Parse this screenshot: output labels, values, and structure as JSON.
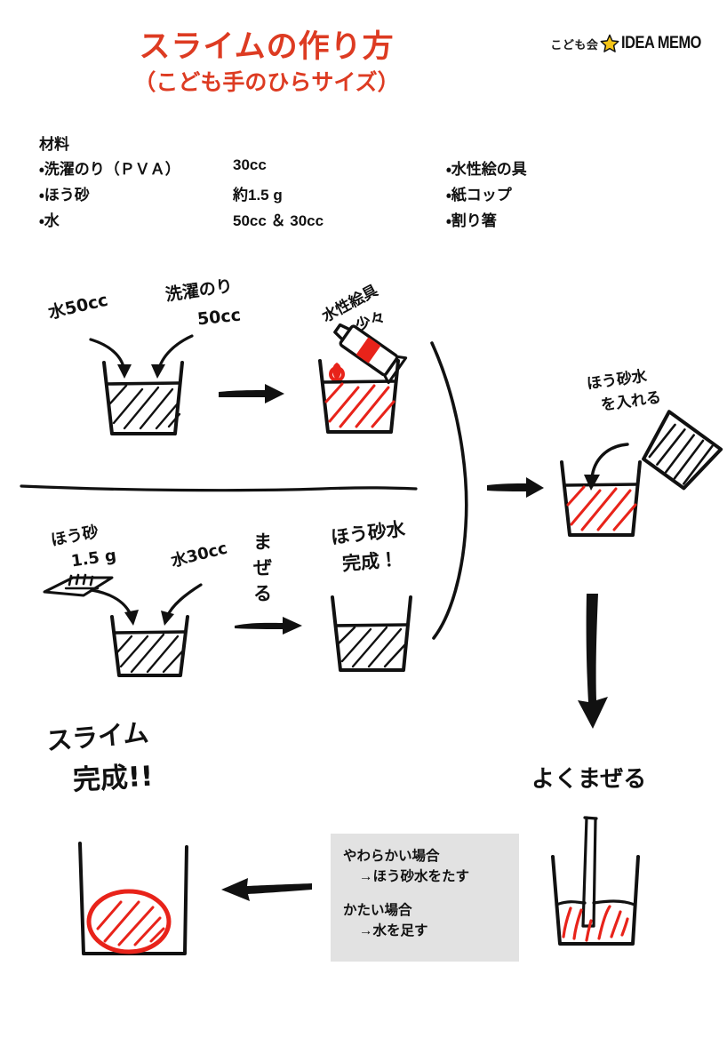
{
  "header": {
    "title_main": "スライムの作り方",
    "title_sub": "（こども手のひらサイズ）",
    "title_color": "#dd3b22",
    "logo_prefix": "こども会",
    "logo_star": "star-icon",
    "logo_text": "IDEA MEMO",
    "logo_star_color": "#f5c518"
  },
  "ingredients": {
    "heading": "材料",
    "rows": [
      {
        "name": "・洗濯のり（ＰＶＡ）",
        "amount": "30cc",
        "extra": "・水性絵の具"
      },
      {
        "name": "・ほう砂",
        "amount": "約1.5 g",
        "extra": "・紙コップ"
      },
      {
        "name": "・水",
        "amount": "50cc  ＆  30cc",
        "extra": "・割り箸"
      }
    ]
  },
  "steps": {
    "step1_water": "水50cc",
    "step1_glue_l1": "洗濯のり",
    "step1_glue_l2": "50cc",
    "step2_paint_l1": "水性絵具",
    "step2_paint_l2": "少々",
    "step3_borax_l1": "ほう砂",
    "step3_borax_l2": "1.5 g",
    "step3_water": "水30cc",
    "step3_mix_l1": "ま",
    "step3_mix_l2": "ぜ",
    "step3_mix_l3": "る",
    "step4_done_l1": "ほう砂水",
    "step4_done_l2": "完成！",
    "step5_add_l1": "ほう砂水",
    "step5_add_l2": "を入れる",
    "step6_mix_well": "よくまぜる",
    "final_l1": "スライム",
    "final_l2": "完成!!"
  },
  "note": {
    "soft_title": "やわらかい場合",
    "soft_action": "→ほう砂水をたす",
    "hard_title": "かたい場合",
    "hard_action": "→水を足す",
    "background": "#e2e2e2"
  }
}
